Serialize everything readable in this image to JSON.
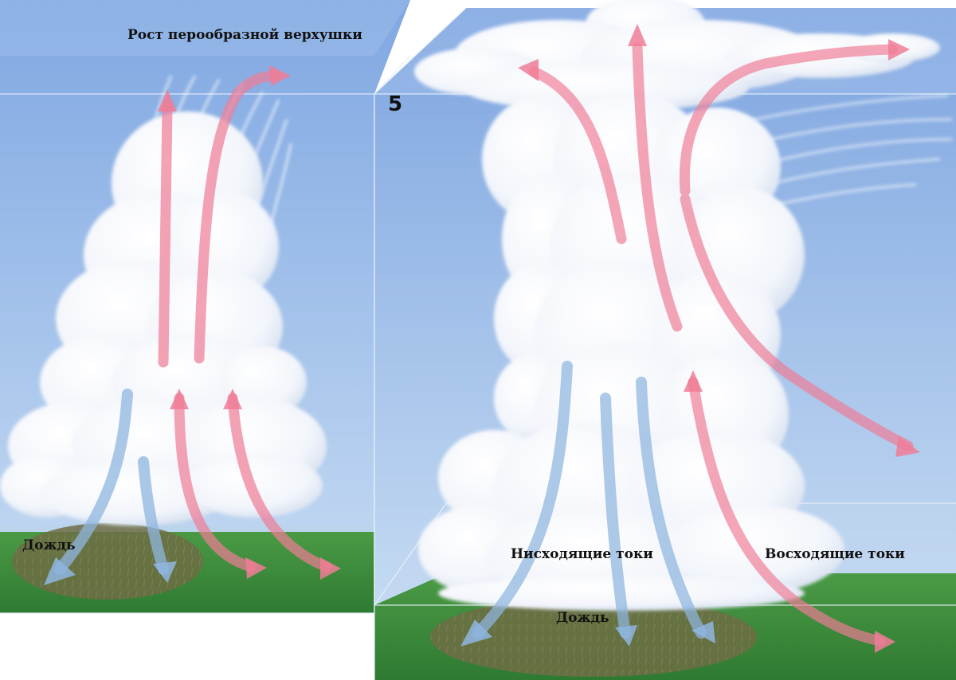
{
  "panels": [
    {
      "id": "left",
      "labels": {
        "top": "Рост перообразной верхушки",
        "rain": "Дождь"
      }
    },
    {
      "id": "right",
      "number": "5",
      "labels": {
        "downdrafts": "Нисходящие токи",
        "updrafts": "Восходящие токи",
        "rain": "Дождь"
      }
    }
  ],
  "colors": {
    "sky_top": "#8fb4e6",
    "sky_bottom": "#c9ddf2",
    "ground": "#3e8d3b",
    "rain_area": "#6b6b45",
    "updraft_arrow": "#f07c96",
    "downdraft_arrow": "#8fb6e0",
    "cloud": "#ffffff"
  }
}
